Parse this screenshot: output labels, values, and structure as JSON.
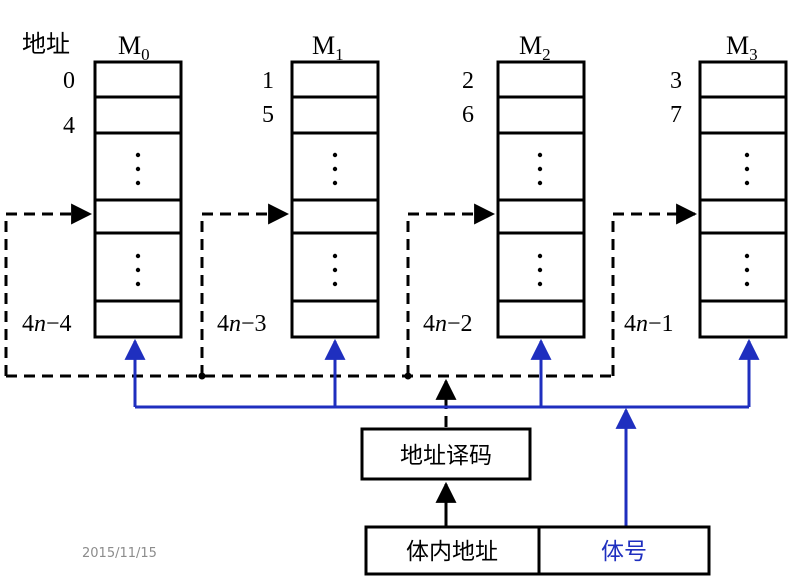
{
  "header": {
    "address_label": "地址"
  },
  "banks": [
    {
      "name": "M",
      "sub": "0",
      "addr_top": "0",
      "addr_second": "4",
      "addr_last_pre": "4",
      "addr_last_n": "n",
      "addr_last_post": "−4"
    },
    {
      "name": "M",
      "sub": "1",
      "addr_top": "1",
      "addr_second": "5",
      "addr_last_pre": "4",
      "addr_last_n": "n",
      "addr_last_post": "−3"
    },
    {
      "name": "M",
      "sub": "2",
      "addr_top": "2",
      "addr_second": "6",
      "addr_last_pre": "4",
      "addr_last_n": "n",
      "addr_last_post": "−2"
    },
    {
      "name": "M",
      "sub": "3",
      "addr_top": "3",
      "addr_second": "7",
      "addr_last_pre": "4",
      "addr_last_n": "n",
      "addr_last_post": "−1"
    }
  ],
  "decoder": {
    "label": "地址译码"
  },
  "address_register": {
    "intra_bank_label": "体内地址",
    "bank_number_label": "体号"
  },
  "footer": {
    "date": "2015/11/15"
  },
  "colors": {
    "line": "#000000",
    "bank_select_bus": "#1f2fbf",
    "bank_number_text": "#1f2fbf",
    "date_text": "#8c8c8c"
  }
}
